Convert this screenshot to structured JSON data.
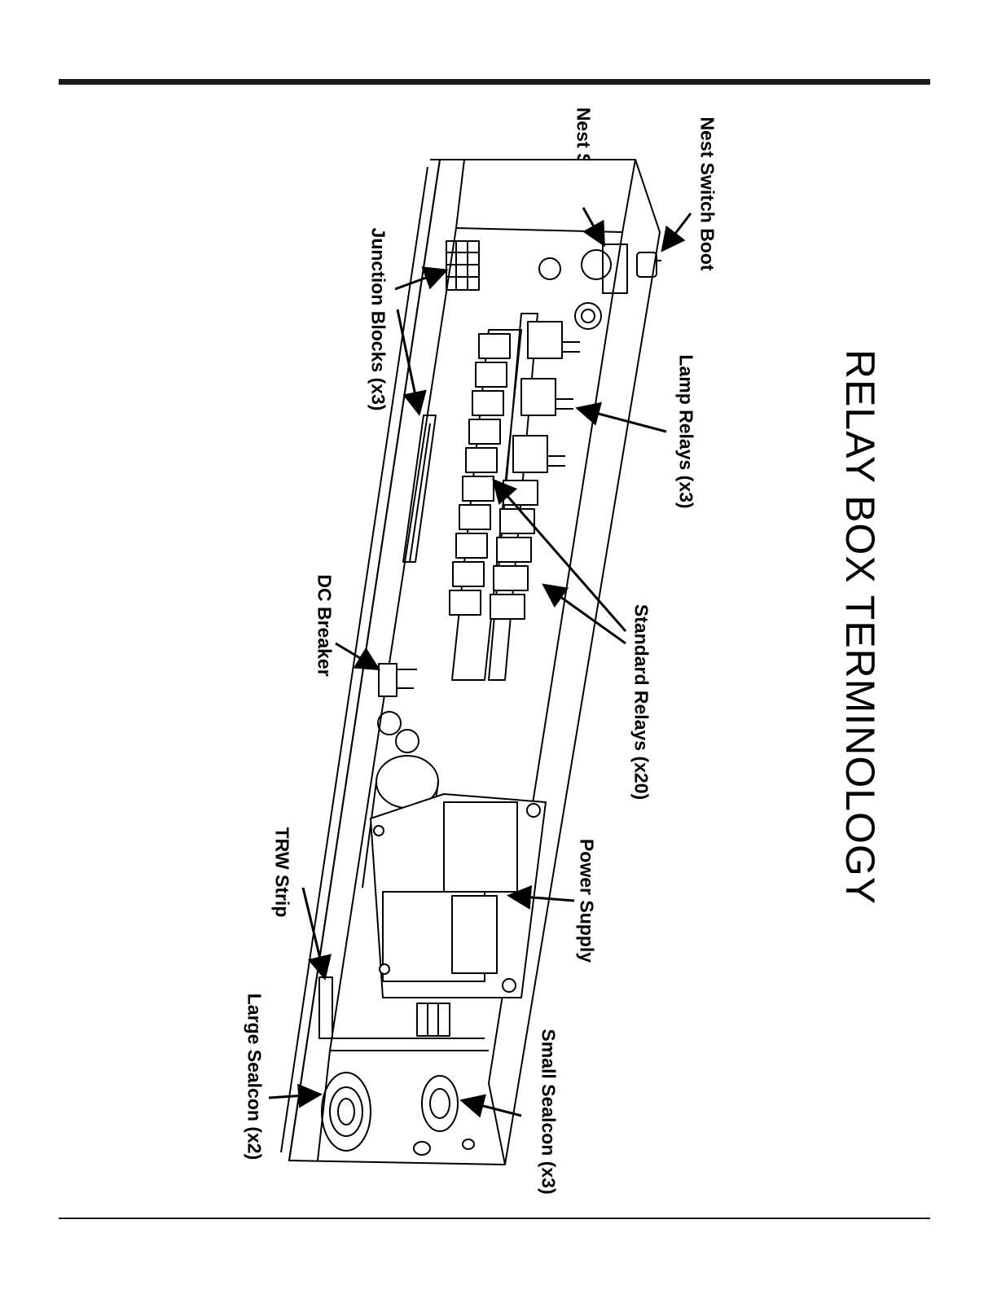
{
  "title": "RELAY BOX TERMINOLOGY",
  "labels": {
    "nest_switch_boot": "Nest Switch Boot",
    "nest_switch": "Nest Switch",
    "junction_blocks": "Junction Blocks (x3)",
    "lamp_relays": "Lamp Relays (x3)",
    "standard_relays": "Standard Relays (x20)",
    "dc_breaker": "DC Breaker",
    "power_supply": "Power Supply",
    "trw_strip": "TRW Strip",
    "large_sealcon": "Large Sealcon (x2)",
    "small_sealcon": "Small Sealcon (x3)"
  }
}
